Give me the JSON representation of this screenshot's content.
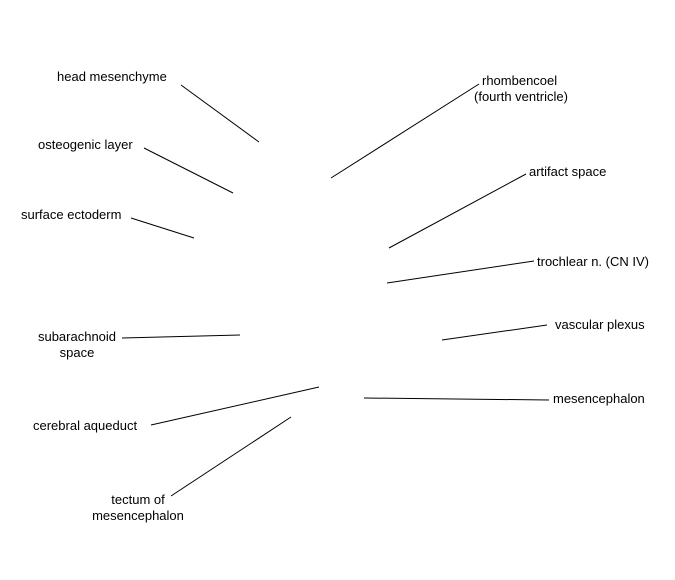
{
  "diagram": {
    "line_color": "#000000",
    "text_color": "#000000",
    "labels": {
      "head_mesenchyme": "head mesenchyme",
      "osteogenic_layer": "osteogenic layer",
      "surface_ectoderm": "surface ectoderm",
      "subarachnoid_space": [
        "subarachnoid",
        "space"
      ],
      "cerebral_aqueduct": "cerebral aqueduct",
      "tectum": [
        "tectum of",
        "mesencephalon"
      ],
      "rhombencoel": [
        "rhombencoel",
        "(fourth ventricle)"
      ],
      "artifact_space": "artifact space",
      "trochlear_nerve": "trochlear n. (CN IV)",
      "vascular_plexus": "vascular plexus",
      "mesencephalon": "mesencephalon"
    }
  }
}
